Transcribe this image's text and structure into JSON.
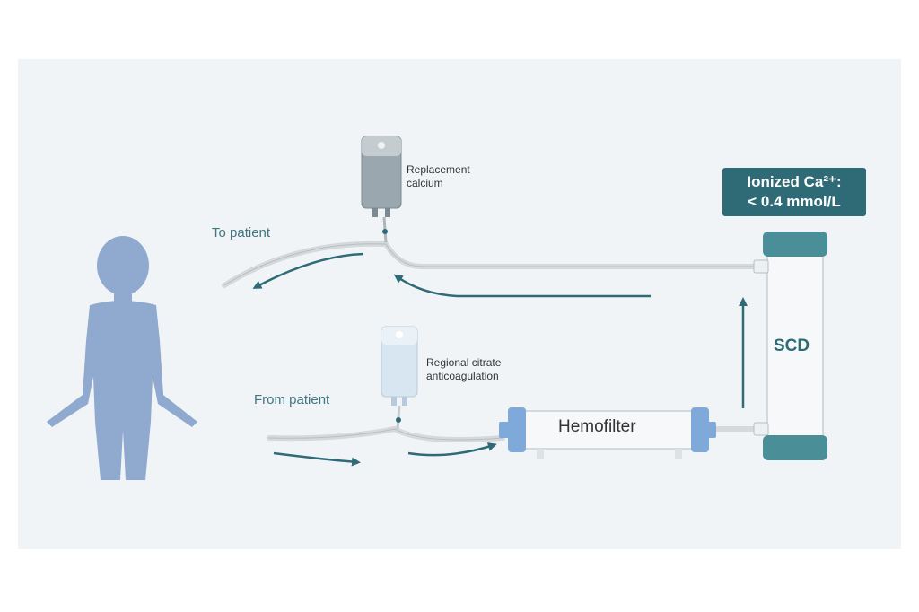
{
  "labels": {
    "to_patient": "To patient",
    "from_patient": "From patient",
    "replacement_calcium": "Replacement calcium",
    "regional_citrate": "Regional citrate anticoagulation",
    "ionized_ca_line1": "Ionized Ca²⁺:",
    "ionized_ca_line2": "< 0.4 mmol/L",
    "hemofilter": "Hemofilter",
    "scd": "SCD"
  },
  "colors": {
    "patient": "#8fa9cf",
    "tubing": "#d5d9db",
    "arrow": "#2f6b77",
    "scd_cap": "#4a8f97",
    "filter_cap": "#7fa9d8",
    "box": "#2f6b77"
  }
}
